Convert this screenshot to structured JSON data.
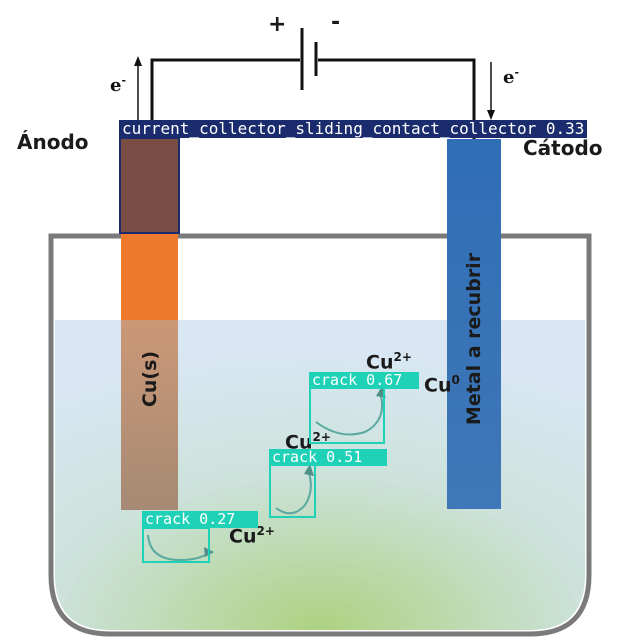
{
  "battery": {
    "plus": "+",
    "minus": "-"
  },
  "electrons": {
    "left": "e",
    "right": "e",
    "charge": "-"
  },
  "labels": {
    "anode": "Ánodo",
    "cathode": "Cátodo",
    "anode_metal": "Cu(s)",
    "cathode_metal": "Metal a recubrir",
    "ion_top": "Cu",
    "ion_top_sup": "2+",
    "ion_mid": "Cu",
    "ion_mid_sup": "2+",
    "ion_bottom": "Cu",
    "ion_bottom_sup": "2+",
    "atom": "Cu",
    "atom_sup": "0"
  },
  "detections": [
    {
      "label": "current_collector_sliding_contact_collector 0.33",
      "class": "current_collector_sliding_contact_collector",
      "score": 0.33
    },
    {
      "label": "crack 0.67",
      "class": "crack",
      "score": 0.67
    },
    {
      "label": "crack 0.51",
      "class": "crack",
      "score": 0.51
    },
    {
      "label": "crack 0.27",
      "class": "crack",
      "score": 0.27
    }
  ],
  "colors": {
    "tank_border": "#7a7a7a",
    "liquid_top": "#d6e6f2",
    "liquid_bottom": "#a9cf7a",
    "anode_top": "#7a4d44",
    "anode_mid": "#ee7a2e",
    "anode_low": "#b07a5a",
    "cathode": "#2f6db5",
    "crack": "#1fd1b6",
    "collector": "#1a2b6e"
  }
}
